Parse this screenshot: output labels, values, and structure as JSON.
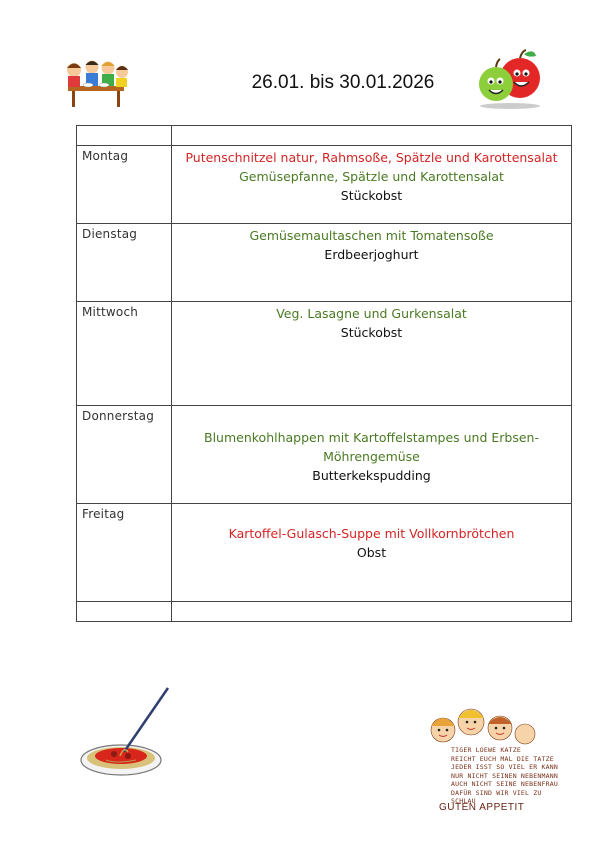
{
  "header": {
    "title": "26.01. bis 30.01.2026"
  },
  "table": {
    "header_row": {
      "day": "",
      "meals": ""
    },
    "rows": [
      {
        "day": "Montag",
        "meals": [
          {
            "text": "Putenschnitzel natur, Rahmsoße, Spätzle und Karottensalat",
            "color": "#d42424"
          },
          {
            "text": "Gemüsepfanne, Spätzle und Karottensalat",
            "color": "#4a7a23"
          },
          {
            "text": "Stückobst",
            "color": "#111111"
          }
        ]
      },
      {
        "day": "Dienstag",
        "meals": [
          {
            "text": "Gemüsemaultaschen mit Tomatensoße",
            "color": "#4a7a23"
          },
          {
            "text": "Erdbeerjoghurt",
            "color": "#111111"
          }
        ]
      },
      {
        "day": "Mittwoch",
        "meals": [
          {
            "text": "Veg. Lasagne und Gurkensalat",
            "color": "#4a7a23"
          },
          {
            "text": "Stückobst",
            "color": "#111111"
          }
        ]
      },
      {
        "day": "Donnerstag",
        "meals": [
          {
            "text": "Blumenkohlhappen mit Kartoffelstampes und Erbsen-Möhrengemüse",
            "color": "#4a7a23"
          },
          {
            "text": "Butterkekspudding",
            "color": "#111111"
          }
        ]
      },
      {
        "day": "Freitag",
        "meals": [
          {
            "text": "Kartoffel-Gulasch-Suppe mit Vollkornbrötchen",
            "color": "#d42424"
          },
          {
            "text": "Obst",
            "color": "#111111"
          }
        ]
      }
    ],
    "footer_row": {
      "day": "",
      "meals": ""
    }
  },
  "illustrations": {
    "top_left": "children-eating-icon",
    "top_right": "apple-characters-icon",
    "bottom_left": "spaghetti-plate-icon",
    "bottom_right": "children-poem-icon"
  },
  "poem": {
    "lines": [
      "TIGER  LOEWE  KATZE",
      "REICHT EUCH MAL DIE TATZE",
      "JEDER ISST  SO VIEL ER KANN",
      "NUR NICHT SEINEN NEBENMANN",
      "AUCH NICHT SEINE NEBENFRAU",
      "DAFÜR SIND WIR VIEL ZU SCHLAU"
    ],
    "signoff": "GUTEN APPETIT"
  }
}
